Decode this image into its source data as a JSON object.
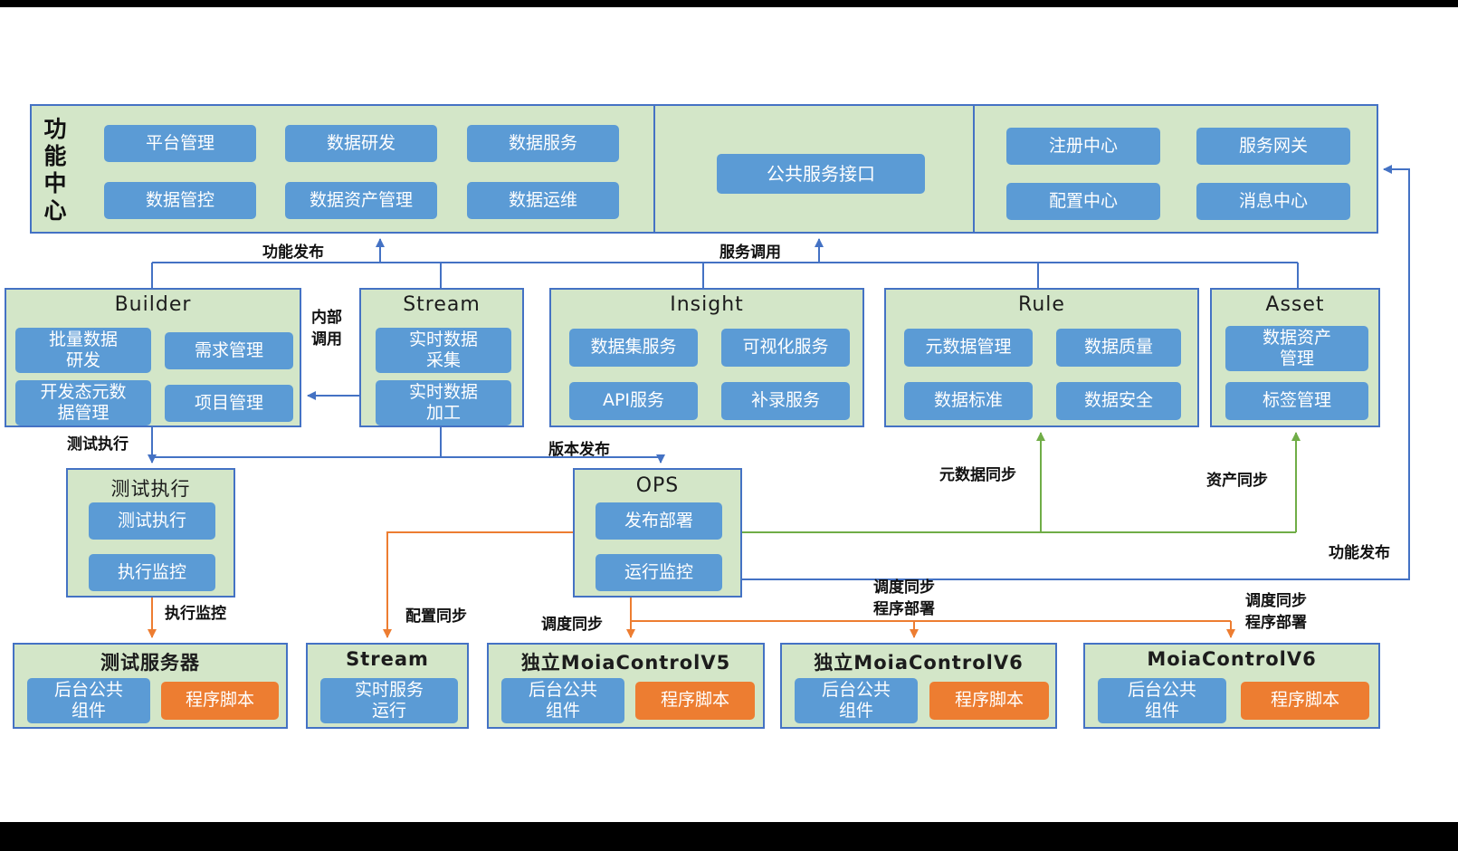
{
  "function_center": {
    "title": "功能中心",
    "buttons_left": [
      "平台管理",
      "数据研发",
      "数据服务",
      "数据管控",
      "数据资产管理",
      "数据运维"
    ],
    "button_middle": "公共服务接口",
    "buttons_right": [
      "注册中心",
      "服务网关",
      "配置中心",
      "消息中心"
    ]
  },
  "modules": {
    "builder": {
      "title": "Builder",
      "items": [
        "批量数据\n研发",
        "需求管理",
        "开发态元数\n据管理",
        "项目管理"
      ]
    },
    "stream": {
      "title": "Stream",
      "items": [
        "实时数据\n采集",
        "实时数据\n加工"
      ]
    },
    "insight": {
      "title": "Insight",
      "items": [
        "数据集服务",
        "可视化服务",
        "API服务",
        "补录服务"
      ]
    },
    "rule": {
      "title": "Rule",
      "items": [
        "元数据管理",
        "数据质量",
        "数据标准",
        "数据安全"
      ]
    },
    "asset": {
      "title": "Asset",
      "items": [
        "数据资产\n管理",
        "标签管理"
      ]
    }
  },
  "runtime": {
    "test_exec": {
      "title": "测试执行",
      "items": [
        "测试执行",
        "执行监控"
      ]
    },
    "ops": {
      "title": "OPS",
      "items": [
        "发布部署",
        "运行监控"
      ]
    }
  },
  "servers": {
    "test_server": {
      "title": "测试服务器",
      "component": "后台公共\n组件",
      "script": "程序脚本"
    },
    "stream_runtime": {
      "title": "Stream",
      "component": "实时服务\n运行"
    },
    "moia_v5_standalone": {
      "title": "独立MoiaControlV5",
      "component": "后台公共\n组件",
      "script": "程序脚本"
    },
    "moia_v6_standalone": {
      "title": "独立MoiaControlV6",
      "component": "后台公共\n组件",
      "script": "程序脚本"
    },
    "moia_v6": {
      "title": "MoiaControlV6",
      "component": "后台公共\n组件",
      "script": "程序脚本"
    }
  },
  "edge_labels": {
    "function_publish_top": "功能发布",
    "service_call": "服务调用",
    "internal_call": "内部\n调用",
    "test_exec": "测试执行",
    "version_publish": "版本发布",
    "metadata_sync": "元数据同步",
    "asset_sync": "资产同步",
    "function_publish_right": "功能发布",
    "exec_monitor": "执行监控",
    "config_sync": "配置同步",
    "schedule_sync": "调度同步",
    "schedule_sync_deploy_v6s": "调度同步\n程序部署",
    "schedule_sync_deploy_v6": "调度同步\n程序部署"
  },
  "colors": {
    "panel_green": "#d3e6c8",
    "panel_border": "#4472c4",
    "node_blue": "#5b9bd5",
    "node_orange": "#ed7d31",
    "arrow_blue": "#4472c4",
    "arrow_orange": "#ed7d31",
    "arrow_green": "#70ad47"
  }
}
